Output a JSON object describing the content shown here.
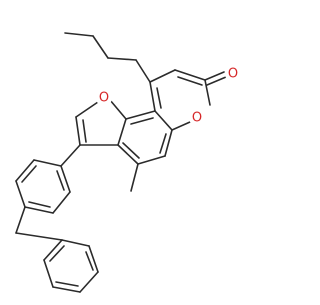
{
  "atom_color": "#d62728",
  "bond_color": "#2b2b2b",
  "labels": {
    "furan_oxygen": "O",
    "pyranone_ring_oxygen": "O",
    "carbonyl_oxygen": "O"
  }
}
